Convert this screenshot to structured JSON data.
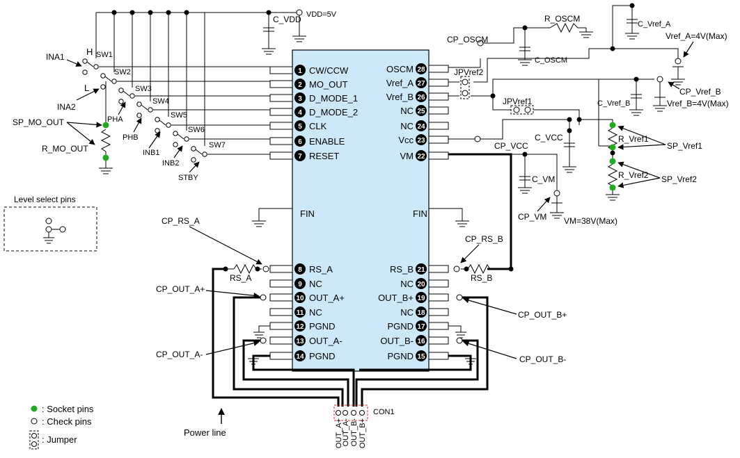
{
  "colors": {
    "chip_fill": "#cde9f9",
    "socket": "#22aa22",
    "ink": "#000000",
    "con_box": "#e02020"
  },
  "chip": {
    "left_pins": [
      {
        "num": "1",
        "label": "CW/CCW"
      },
      {
        "num": "2",
        "label": "MO_OUT"
      },
      {
        "num": "3",
        "label": "D_MODE_1"
      },
      {
        "num": "4",
        "label": "D_MODE_2"
      },
      {
        "num": "5",
        "label": "CLK"
      },
      {
        "num": "6",
        "label": "ENABLE"
      },
      {
        "num": "7",
        "label": "RESET"
      },
      {
        "num": "8",
        "label": "RS_A"
      },
      {
        "num": "9",
        "label": "NC"
      },
      {
        "num": "10",
        "label": "OUT_A+"
      },
      {
        "num": "11",
        "label": "NC"
      },
      {
        "num": "12",
        "label": "PGND"
      },
      {
        "num": "13",
        "label": "OUT_A-"
      },
      {
        "num": "14",
        "label": "PGND"
      }
    ],
    "right_pins": [
      {
        "num": "28",
        "label": "OSCM"
      },
      {
        "num": "27",
        "label": "Vref_A"
      },
      {
        "num": "26",
        "label": "Vref_B"
      },
      {
        "num": "25",
        "label": "NC"
      },
      {
        "num": "24",
        "label": "NC"
      },
      {
        "num": "23",
        "label": "Vcc"
      },
      {
        "num": "22",
        "label": "VM"
      },
      {
        "num": "21",
        "label": "RS_B"
      },
      {
        "num": "20",
        "label": "NC"
      },
      {
        "num": "19",
        "label": "OUT_B+"
      },
      {
        "num": "18",
        "label": "NC"
      },
      {
        "num": "17",
        "label": "PGND"
      },
      {
        "num": "16",
        "label": "OUT_B-"
      },
      {
        "num": "15",
        "label": "PGND"
      }
    ],
    "fin_left": "FIN",
    "fin_right": "FIN"
  },
  "labels": {
    "vdd": "VDD=5V",
    "c_vdd": "C_VDD",
    "ina1": "INA1",
    "ina2": "INA2",
    "h": "H",
    "l": "L",
    "sw1": "SW1",
    "sw2": "SW2",
    "sw3": "SW3",
    "sw4": "SW4",
    "sw5": "SW5",
    "sw6": "SW6",
    "sw7": "SW7",
    "pha": "PHA",
    "phb": "PHB",
    "inb1": "INB1",
    "inb2": "INB2",
    "stby": "STBY",
    "sp_mo_out": "SP_MO_OUT",
    "r_mo_out": "R_MO_OUT",
    "level_select": "Level select pins",
    "r_oscm": "R_OSCM",
    "cp_oscm": "CP_OSCM",
    "c_oscm": "C_OSCM",
    "jpvref2": "JPVref2",
    "jpvref1": "JPVref1",
    "c_vref_a": "C_Vref_A",
    "vref_a_max": "Vref_A=4V(Max)",
    "cp_vref_b": "CP_Vref_B",
    "c_vref_b": "C_Vref_B",
    "vref_b_max": "Vref_B=4V(Max)",
    "r_vref1": "R_Vref1",
    "sp_vref1": "SP_Vref1",
    "r_vref2": "R_Vref2",
    "sp_vref2": "SP_Vref2",
    "c_vcc": "C_VCC",
    "cp_vcc": "CP_VCC",
    "c_vm": "C_VM",
    "cp_vm": "CP_VM",
    "vm_max": "VM=38V(Max)",
    "cp_rs_a": "CP_RS_A",
    "rs_a": "RS_A",
    "cp_rs_b": "CP_RS_B",
    "rs_b": "RS_B",
    "cp_out_a_plus": "CP_OUT_A+",
    "cp_out_a_minus": "CP_OUT_A-",
    "cp_out_b_plus": "CP_OUT_B+",
    "cp_out_b_minus": "CP_OUT_B-",
    "con1": "CON1",
    "power_line": "Power line",
    "con_pins": [
      "OUT_A+",
      "OUT_A-",
      "OUT_B-",
      "OUT_B+"
    ]
  },
  "legend": {
    "socket": ": Socket pins",
    "check": ": Check pins",
    "jumper": ": Jumper"
  }
}
